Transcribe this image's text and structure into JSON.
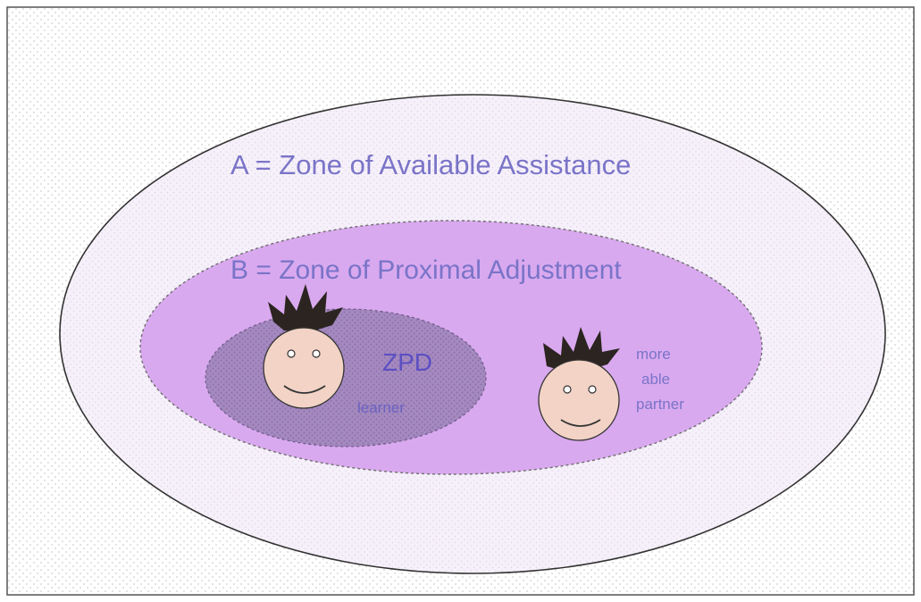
{
  "zones": {
    "outer": {
      "label": "A = Zone of Available Assistance",
      "fill": "#f6f0fa",
      "text_color": "#7a74c8"
    },
    "middle": {
      "label": "B = Zone of Proximal Adjustment",
      "fill": "#d9a9ef",
      "text_color": "#7a74c8"
    },
    "inner": {
      "label": "ZPD",
      "fill": "#a58ac0",
      "text_color": "#5b4fc2"
    }
  },
  "people": {
    "learner": {
      "label": "learner",
      "face_color": "#f2d3c6"
    },
    "partner": {
      "label_lines": [
        "more",
        "able",
        "partner"
      ],
      "face_color": "#f2d3c6"
    }
  },
  "colors": {
    "background_dots": "#cfcfcf",
    "border": "#555555",
    "hair": "#2b2420",
    "label_secondary": "#7a74c8"
  }
}
